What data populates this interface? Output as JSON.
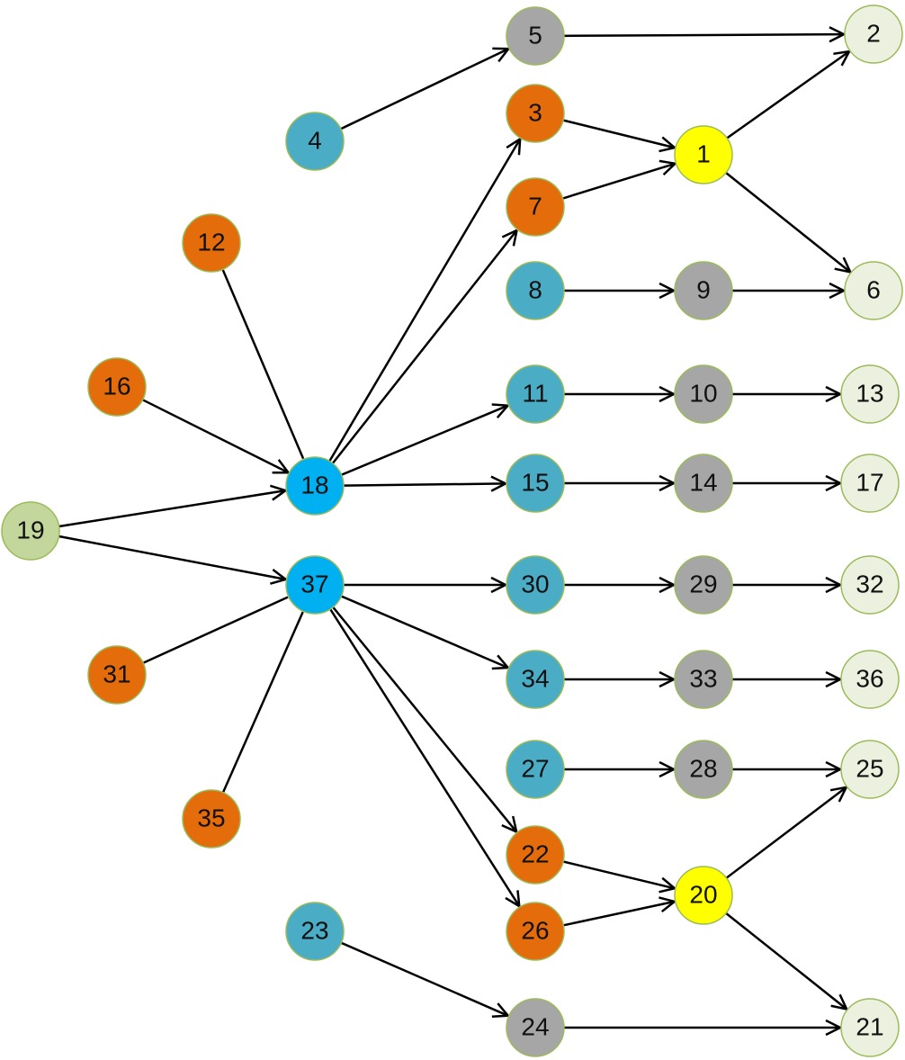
{
  "colors": {
    "orange": "#E46C0A",
    "teal": "#4BACC6",
    "blue": "#00B0F0",
    "gray": "#A6A6A6",
    "yellow": "#FFFF00",
    "pale": "#EBF1DE",
    "green": "#C3D69B",
    "edge": "#000000"
  },
  "nodes": [
    {
      "id": "1",
      "label": "1",
      "color": "yellow"
    },
    {
      "id": "2",
      "label": "2",
      "color": "pale"
    },
    {
      "id": "3",
      "label": "3",
      "color": "orange"
    },
    {
      "id": "4",
      "label": "4",
      "color": "teal"
    },
    {
      "id": "5",
      "label": "5",
      "color": "gray"
    },
    {
      "id": "6",
      "label": "6",
      "color": "pale"
    },
    {
      "id": "7",
      "label": "7",
      "color": "orange"
    },
    {
      "id": "8",
      "label": "8",
      "color": "teal"
    },
    {
      "id": "9",
      "label": "9",
      "color": "gray"
    },
    {
      "id": "10",
      "label": "10",
      "color": "gray"
    },
    {
      "id": "11",
      "label": "11",
      "color": "teal"
    },
    {
      "id": "12",
      "label": "12",
      "color": "orange"
    },
    {
      "id": "13",
      "label": "13",
      "color": "pale"
    },
    {
      "id": "14",
      "label": "14",
      "color": "gray"
    },
    {
      "id": "15",
      "label": "15",
      "color": "teal"
    },
    {
      "id": "16",
      "label": "16",
      "color": "orange"
    },
    {
      "id": "17",
      "label": "17",
      "color": "pale"
    },
    {
      "id": "18",
      "label": "18",
      "color": "blue"
    },
    {
      "id": "19",
      "label": "19",
      "color": "green"
    },
    {
      "id": "20",
      "label": "20",
      "color": "yellow"
    },
    {
      "id": "21",
      "label": "21",
      "color": "pale"
    },
    {
      "id": "22",
      "label": "22",
      "color": "orange"
    },
    {
      "id": "23",
      "label": "23",
      "color": "teal"
    },
    {
      "id": "24",
      "label": "24",
      "color": "gray"
    },
    {
      "id": "25",
      "label": "25",
      "color": "pale"
    },
    {
      "id": "26",
      "label": "26",
      "color": "orange"
    },
    {
      "id": "27",
      "label": "27",
      "color": "teal"
    },
    {
      "id": "28",
      "label": "28",
      "color": "gray"
    },
    {
      "id": "29",
      "label": "29",
      "color": "gray"
    },
    {
      "id": "30",
      "label": "30",
      "color": "teal"
    },
    {
      "id": "31",
      "label": "31",
      "color": "orange"
    },
    {
      "id": "32",
      "label": "32",
      "color": "pale"
    },
    {
      "id": "33",
      "label": "33",
      "color": "gray"
    },
    {
      "id": "34",
      "label": "34",
      "color": "teal"
    },
    {
      "id": "35",
      "label": "35",
      "color": "orange"
    },
    {
      "id": "36",
      "label": "36",
      "color": "pale"
    },
    {
      "id": "37",
      "label": "37",
      "color": "blue"
    }
  ],
  "edges": [
    {
      "from": "4",
      "to": "5",
      "arrow": true
    },
    {
      "from": "5",
      "to": "2",
      "arrow": true
    },
    {
      "from": "3",
      "to": "1",
      "arrow": true
    },
    {
      "from": "7",
      "to": "1",
      "arrow": true
    },
    {
      "from": "1",
      "to": "2",
      "arrow": true
    },
    {
      "from": "1",
      "to": "6",
      "arrow": true
    },
    {
      "from": "8",
      "to": "9",
      "arrow": true
    },
    {
      "from": "9",
      "to": "6",
      "arrow": true
    },
    {
      "from": "12",
      "to": "18",
      "arrow": false
    },
    {
      "from": "16",
      "to": "18",
      "arrow": true
    },
    {
      "from": "19",
      "to": "18",
      "arrow": true
    },
    {
      "from": "18",
      "to": "3",
      "arrow": true
    },
    {
      "from": "18",
      "to": "7",
      "arrow": true
    },
    {
      "from": "18",
      "to": "11",
      "arrow": true
    },
    {
      "from": "18",
      "to": "15",
      "arrow": true
    },
    {
      "from": "11",
      "to": "10",
      "arrow": true
    },
    {
      "from": "10",
      "to": "13",
      "arrow": true
    },
    {
      "from": "15",
      "to": "14",
      "arrow": true
    },
    {
      "from": "14",
      "to": "17",
      "arrow": true
    },
    {
      "from": "19",
      "to": "37",
      "arrow": true
    },
    {
      "from": "31",
      "to": "37",
      "arrow": false
    },
    {
      "from": "35",
      "to": "37",
      "arrow": false
    },
    {
      "from": "37",
      "to": "30",
      "arrow": true
    },
    {
      "from": "37",
      "to": "34",
      "arrow": true
    },
    {
      "from": "37",
      "to": "22",
      "arrow": true
    },
    {
      "from": "37",
      "to": "26",
      "arrow": true
    },
    {
      "from": "30",
      "to": "29",
      "arrow": true
    },
    {
      "from": "29",
      "to": "32",
      "arrow": true
    },
    {
      "from": "34",
      "to": "33",
      "arrow": true
    },
    {
      "from": "33",
      "to": "36",
      "arrow": true
    },
    {
      "from": "27",
      "to": "28",
      "arrow": true
    },
    {
      "from": "28",
      "to": "25",
      "arrow": true
    },
    {
      "from": "22",
      "to": "20",
      "arrow": true
    },
    {
      "from": "26",
      "to": "20",
      "arrow": true
    },
    {
      "from": "20",
      "to": "25",
      "arrow": true
    },
    {
      "from": "20",
      "to": "21",
      "arrow": true
    },
    {
      "from": "23",
      "to": "24",
      "arrow": true
    },
    {
      "from": "24",
      "to": "21",
      "arrow": true
    }
  ]
}
